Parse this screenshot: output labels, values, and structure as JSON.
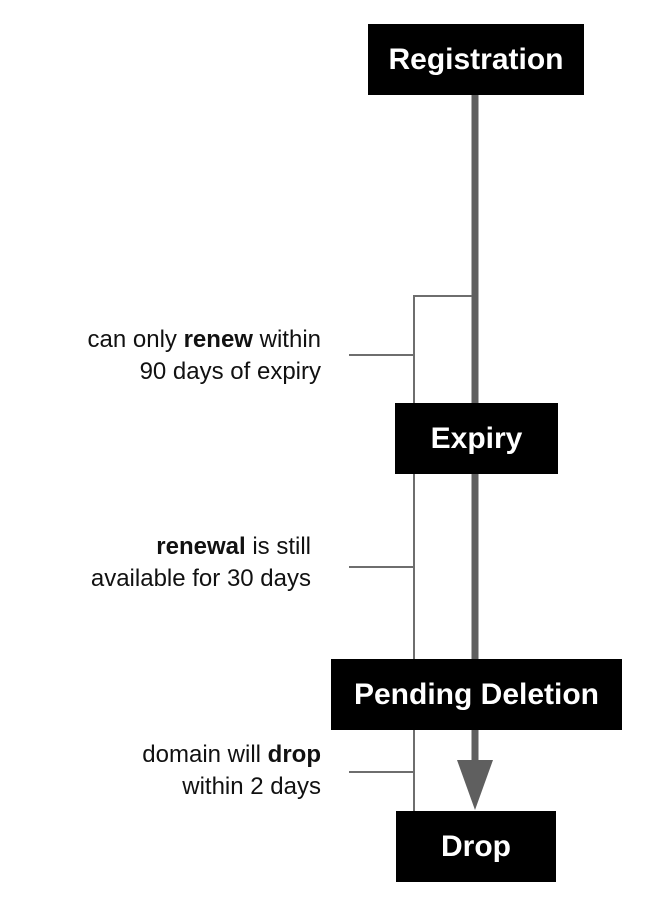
{
  "colors": {
    "box_fill": "#000000",
    "box_text": "#ffffff",
    "timeline": "#5f5f5f",
    "bracket": "#6e6e6e",
    "note_text": "#111111"
  },
  "stages": {
    "registration": "Registration",
    "expiry": "Expiry",
    "pending_deletion": "Pending Deletion",
    "drop": "Drop"
  },
  "notes": {
    "renew_window": {
      "pre": "can only ",
      "bold": "renew",
      "post": " within",
      "line2": "90 days of expiry"
    },
    "grace_period": {
      "bold": "renewal",
      "post": " is still",
      "line2": "available for 30 days"
    },
    "drop_window": {
      "pre": "domain will ",
      "bold": "drop",
      "line2": "within 2 days"
    }
  }
}
